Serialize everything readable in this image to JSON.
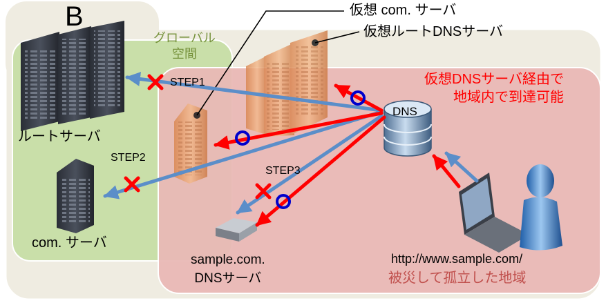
{
  "panel_letter": "B",
  "global_space_label": "グローバル\n空間",
  "callouts": {
    "virtual_com_server": "仮想 com. サーバ",
    "virtual_root_dns_server": "仮想ルートDNSサーバ"
  },
  "region_note": "仮想DNSサーバ経由で\n地域内で到達可能",
  "servers": {
    "root_server": "ルートサーバ",
    "com_server": "com. サーバ",
    "dns_node": "DNS",
    "sample_dns_server": "sample.com.\nDNSサーバ"
  },
  "steps": [
    "STEP1",
    "STEP2",
    "STEP3"
  ],
  "client": {
    "url": "http://www.sample.com/",
    "area_label": "被災して孤立した地域"
  },
  "colors": {
    "outer_panel": "#efece1",
    "global_space": "#c9dfa9",
    "disaster_area": "#e9b8b5",
    "blue_arrow": "#5b8ec9",
    "red_arrow": "#ff0000",
    "region_note_text": "#ff0000",
    "area_label_text": "#c0504d",
    "global_label_text": "#76923c",
    "fail_mark": "#ff0000",
    "success_mark": "#0000cc"
  },
  "icons": {
    "fail_mark": "red-x-icon",
    "success_mark": "blue-circle-icon"
  }
}
